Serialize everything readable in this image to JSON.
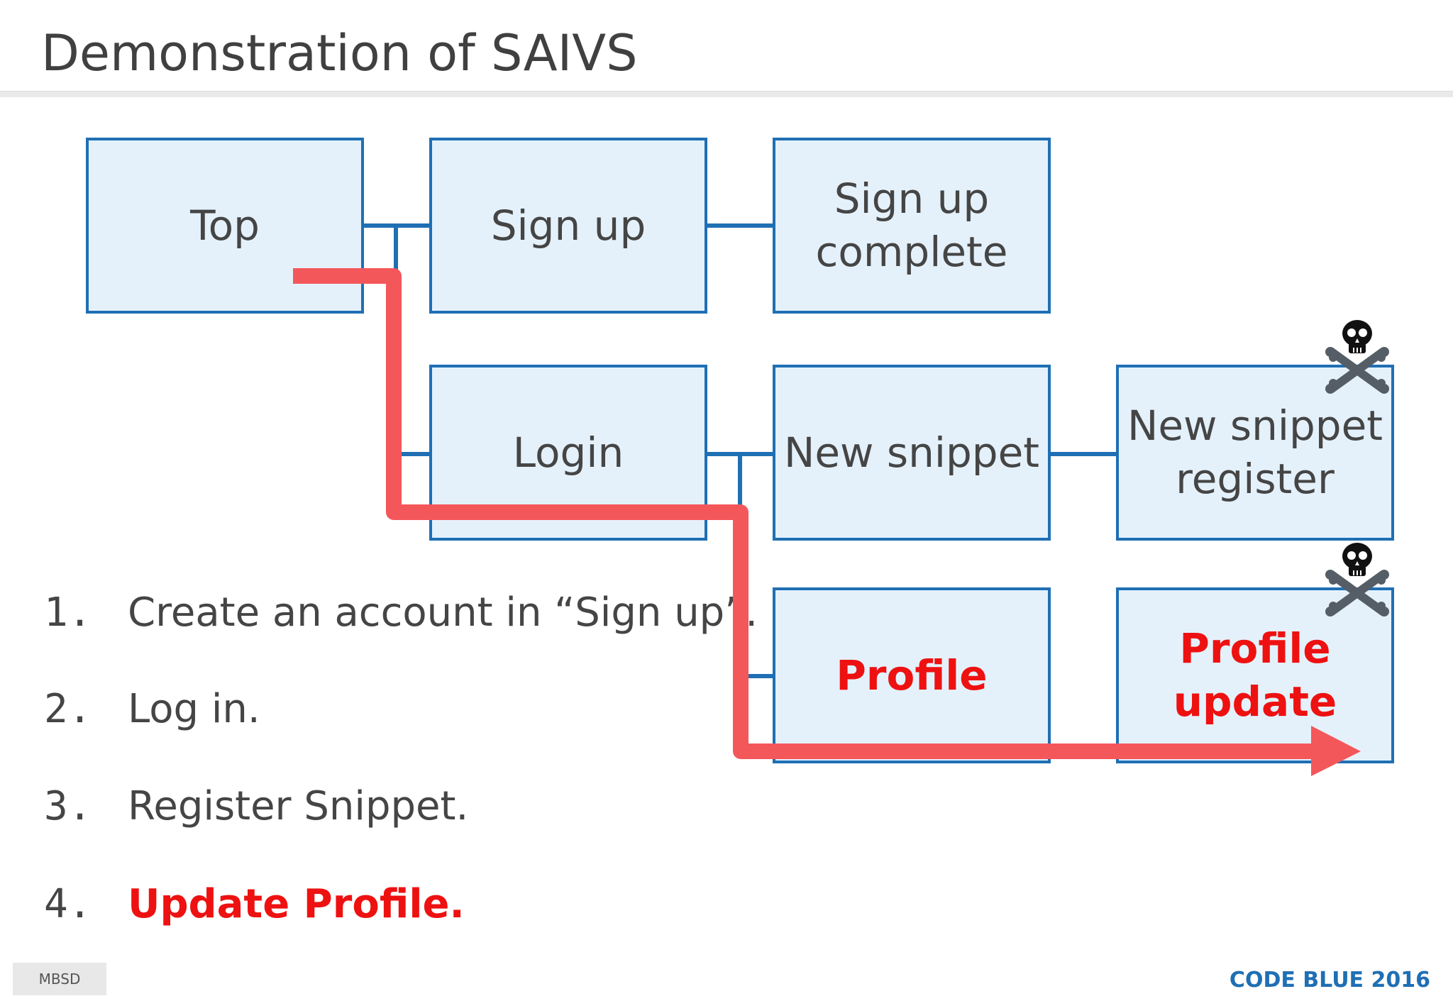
{
  "title": "Demonstration of SAIVS",
  "nodes": {
    "top": "Top",
    "sign_up": "Sign up",
    "sign_up_complete": "Sign up\ncomplete",
    "login": "Login",
    "new_snippet": "New snippet",
    "new_snippet_register": "New snippet\nregister",
    "profile": "Profile",
    "profile_update": "Profile\nupdate"
  },
  "vulnerability_marker_icon": "skull-and-crossbones-icon",
  "steps": [
    {
      "num": "1.",
      "text": "Create an account in “Sign up”."
    },
    {
      "num": "2.",
      "text": "Log in."
    },
    {
      "num": "3.",
      "text": "Register Snippet."
    },
    {
      "num": "4.",
      "text": "Update Profile."
    }
  ],
  "footer": {
    "left": "MBSD",
    "right": "CODE BLUE 2016"
  },
  "colors": {
    "node_border": "#1f6fb4",
    "node_fill": "#e4f1fb",
    "path": "#f4575a",
    "highlight": "#ee1111"
  }
}
